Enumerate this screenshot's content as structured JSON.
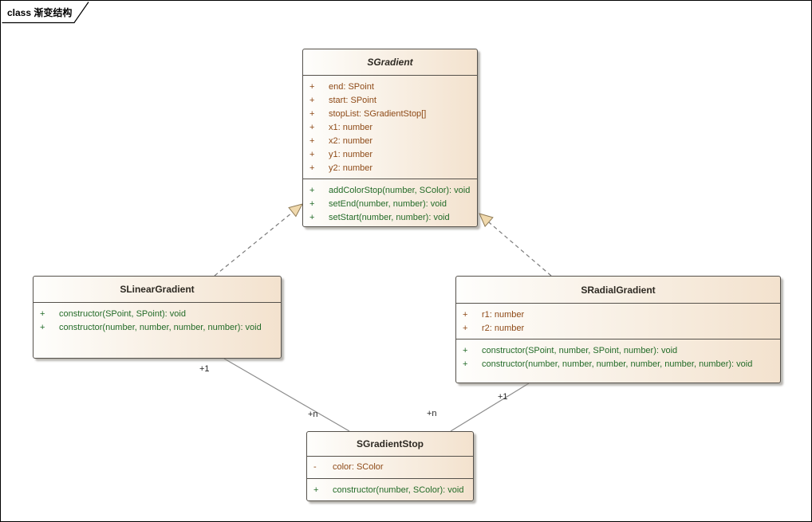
{
  "frame": {
    "label": "class 渐变结构"
  },
  "colors": {
    "canvas-border": "#000000",
    "box-border": "#55514b",
    "box-fill-left": "#fefefc",
    "box-fill-right": "#f3e2ce",
    "title-color": "#2e2a23",
    "attr-color": "#8e4a17",
    "method-color": "#236b28",
    "connector-color": "#8c8c8c",
    "dash-color": "#7a7a7a",
    "triangle-fill": "#f0d9ad",
    "triangle-border": "#8f7a54",
    "label-color": "#262626"
  },
  "classes": {
    "sgradient": {
      "name": "SGradient",
      "abstract": true,
      "attributes": [
        {
          "vis": "+",
          "text": "end: SPoint"
        },
        {
          "vis": "+",
          "text": "start: SPoint"
        },
        {
          "vis": "+",
          "text": "stopList: SGradientStop[]"
        },
        {
          "vis": "+",
          "text": "x1: number"
        },
        {
          "vis": "+",
          "text": "x2: number"
        },
        {
          "vis": "+",
          "text": "y1: number"
        },
        {
          "vis": "+",
          "text": "y2: number"
        }
      ],
      "methods": [
        {
          "vis": "+",
          "text": "addColorStop(number, SColor): void"
        },
        {
          "vis": "+",
          "text": "setEnd(number, number): void"
        },
        {
          "vis": "+",
          "text": "setStart(number, number): void"
        }
      ]
    },
    "slinear": {
      "name": "SLinearGradient",
      "methods": [
        {
          "vis": "+",
          "text": "constructor(SPoint, SPoint): void"
        },
        {
          "vis": "+",
          "text": "constructor(number, number, number, number): void"
        }
      ]
    },
    "sradial": {
      "name": "SRadialGradient",
      "attributes": [
        {
          "vis": "+",
          "text": "r1: number"
        },
        {
          "vis": "+",
          "text": "r2: number"
        }
      ],
      "methods": [
        {
          "vis": "+",
          "text": "constructor(SPoint, number, SPoint, number): void"
        },
        {
          "vis": "+",
          "text": "constructor(number, number, number, number, number, number): void"
        }
      ]
    },
    "sstop": {
      "name": "SGradientStop",
      "attributes": [
        {
          "vis": "-",
          "text": "color: SColor"
        }
      ],
      "methods": [
        {
          "vis": "+",
          "text": "constructor(number, SColor): void"
        }
      ]
    }
  },
  "connectors": {
    "linear_stop": {
      "source_mult": "+1",
      "target_mult": "+n"
    },
    "radial_stop": {
      "source_mult": "+1",
      "target_mult": "+n"
    }
  }
}
